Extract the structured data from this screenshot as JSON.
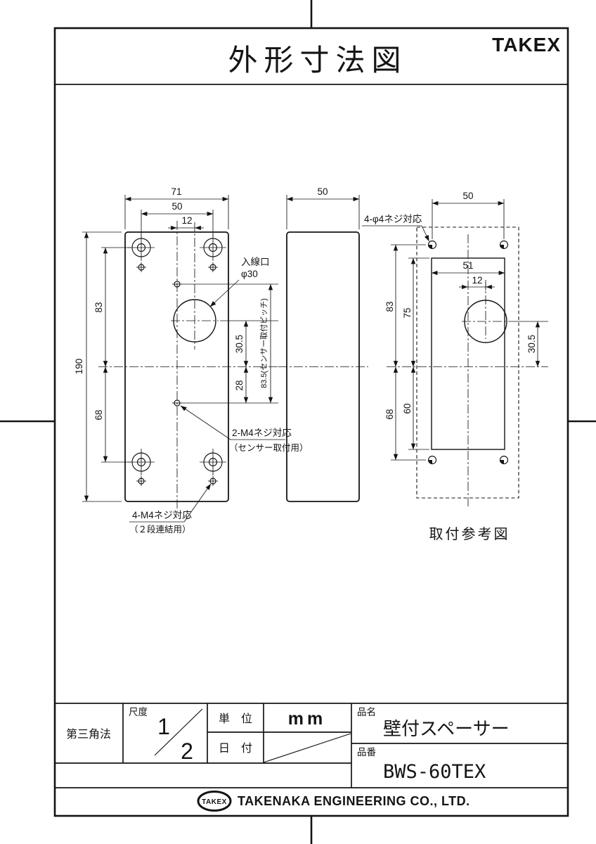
{
  "header": {
    "title": "外形寸法図",
    "brand": "TAKEX"
  },
  "front_view": {
    "dim_width": "71",
    "dim_hole_pitch": "50",
    "dim_offset": "12",
    "dim_height": "190",
    "dim_top": "83",
    "dim_bottom": "68",
    "dim_inlet_offset": "30.5",
    "dim_sensor_lower": "28",
    "dim_sensor_pitch": "83.5(センサー取付ピッチ)",
    "label_inlet_1": "入線口",
    "label_inlet_2": "φ30",
    "label_sensor_1": "2-M4ネジ対応",
    "label_sensor_2": "（センサー取付用）",
    "label_stack_1": "4-M4ネジ対応",
    "label_stack_2": "（２段連結用）"
  },
  "side_view": {
    "dim_depth": "50"
  },
  "mount_view": {
    "caption": "取付参考図",
    "label_screw": "4-φ4ネジ対応",
    "dim_pitch": "50",
    "dim_sensor_width": "51",
    "dim_offset": "12",
    "dim_top": "83",
    "dim_sensor_top": "75",
    "dim_bottom": "68",
    "dim_sensor_bottom": "60",
    "dim_inlet_offset": "30.5"
  },
  "title_block": {
    "projection": "第三角法",
    "scale_label": "尺度",
    "scale_num": "1",
    "scale_den": "2",
    "unit_label": "単　位",
    "unit_value": "mm",
    "date_label": "日　付",
    "name_label": "品名",
    "name_value": "壁付スペーサー",
    "part_label": "品番",
    "part_value": "BWS-60TEX"
  },
  "footer": {
    "logo": "TAKEX",
    "company": "TAKENAKA ENGINEERING CO., LTD."
  }
}
